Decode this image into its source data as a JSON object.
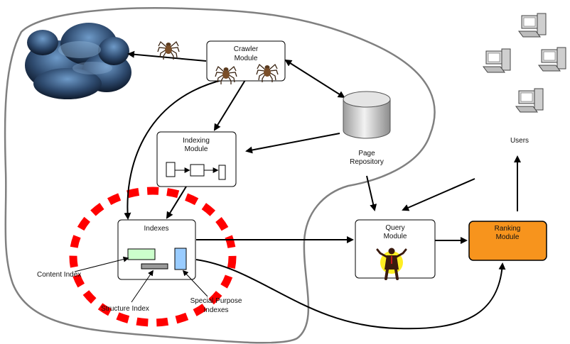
{
  "nodes": {
    "crawler": [
      "Crawler",
      "Module"
    ],
    "indexing": [
      "Indexing",
      "Module"
    ],
    "indexes": "Indexes",
    "repository": [
      "Page",
      "Repository"
    ],
    "query": [
      "Query",
      "Module"
    ],
    "ranking": [
      "Ranking",
      "Module"
    ],
    "users": "Users"
  },
  "annotations": {
    "content_index": "Content Index",
    "structure_index": "Structure Index",
    "special_purpose": [
      "Special Purpose",
      "Indexes"
    ]
  },
  "colors": {
    "ranking_fill": "#F7941D",
    "content_index_fill": "#CCFFCC",
    "special_index_fill": "#99CCFF",
    "structure_index_fill": "#9A9A9A",
    "dash_ring": "#FF0000",
    "boundary": "#808080"
  }
}
